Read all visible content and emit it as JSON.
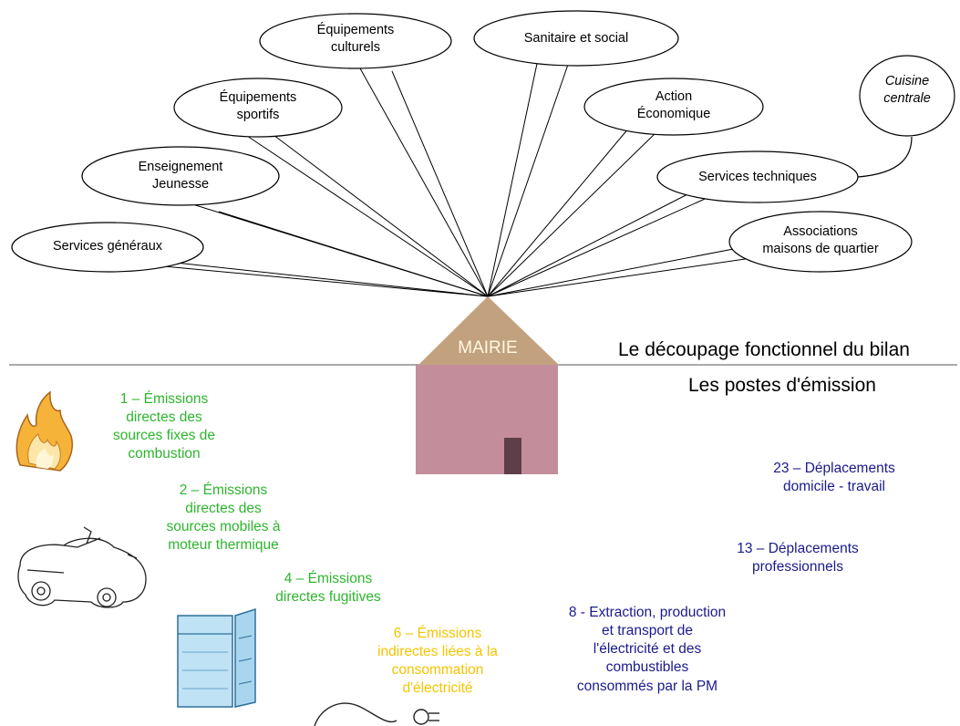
{
  "mairie": "MAIRIE",
  "titles": {
    "functional": "Le découpage fonctionnel du bilan",
    "emission": "Les postes d'émission"
  },
  "services": {
    "generaux": "Services généraux",
    "enseignement": "Enseignement\nJeunesse",
    "sportifs": "Équipements\nsportifs",
    "culturels": "Équipements\nculturels",
    "sanitaire": "Sanitaire et social",
    "action": "Action\nÉconomique",
    "techniques": "Services techniques",
    "cuisine": "Cuisine\ncentrale",
    "associations": "Associations\nmaisons de quartier"
  },
  "emissions": {
    "e1": "1 – Émissions\ndirectes des\nsources fixes de\ncombustion",
    "e2": "2 – Émissions\ndirectes des\nsources mobiles à\nmoteur thermique",
    "e4": "4 – Émissions\ndirectes fugitives",
    "e6": "6 – Émissions\nindirectes liées à la\nconsommation\nd'électricité",
    "e8": "8 - Extraction, production\net transport de\nl'électricité et des\ncombustibles\nconsommés par la PM",
    "e13": "13 – Déplacements\nprofessionnels",
    "e23": "23 – Déplacements\ndomicile - travail"
  },
  "colors": {
    "roof": "#c2a27e",
    "house": "#c48d9c",
    "door": "#5e3e48",
    "green": "#2db52d",
    "yellow": "#f5c400",
    "blue": "#1a1a8c"
  }
}
